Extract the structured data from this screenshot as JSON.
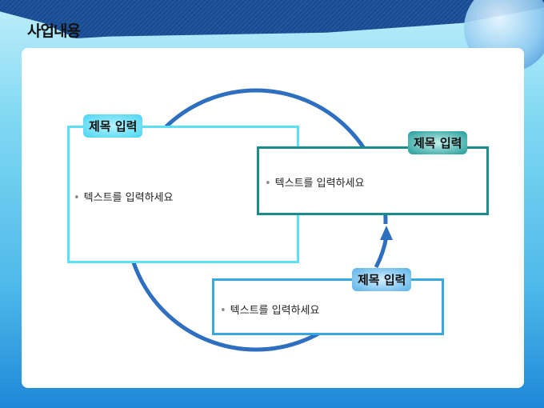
{
  "title": "사업내용",
  "boxes": [
    {
      "label": "제목 입력",
      "text": "텍스트를 입력하세요"
    },
    {
      "label": "제목 입력",
      "text": "텍스트를 입력하세요"
    },
    {
      "label": "제목 입력",
      "text": "텍스트를 입력하세요"
    }
  ],
  "bullet": "•"
}
